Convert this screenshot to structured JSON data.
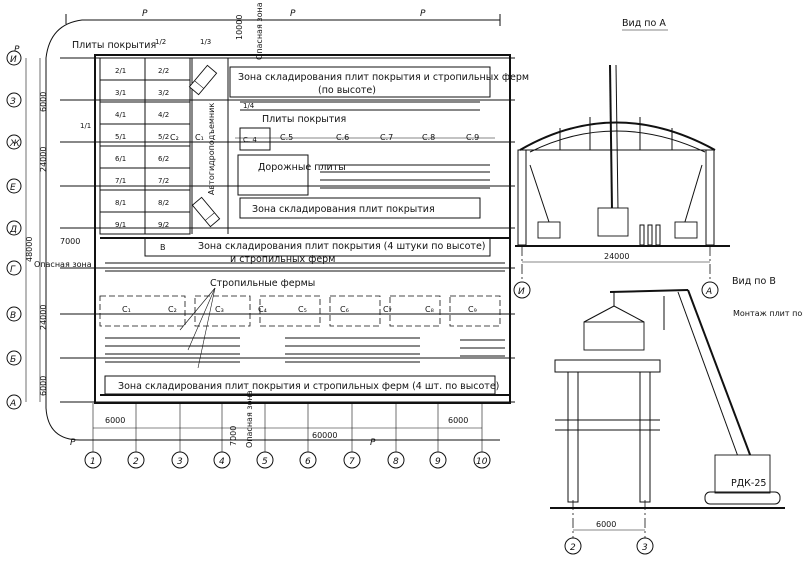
{
  "plan": {
    "zone_storage_top": "Зона складирования плит покрытия и стропильных ферм",
    "zone_storage_top_sub": "(по высоте)",
    "roof_slabs_top": "Плиты покрытия",
    "roof_slabs_mid": "Плиты покрытия",
    "zone_storage_mid": "Зона складирования плит покрытия",
    "zone_storage_lower": "Зона складирования плит покрытия (4 штуки по высоте)",
    "zone_storage_lower_sub": "и стропильных ферм",
    "truss_label": "Стропильные фермы",
    "zone_storage_bottom": "Зона складирования плит покрытия и стропильных ферм (4 шт. по высоте)",
    "road_slabs": "Дорожные плиты",
    "vehicle_lift": "Автогидроподъемник",
    "danger_zone_left": "Опасная зона",
    "danger_zone_top": "Опасная зона",
    "danger_zone_bottom": "Опасная зона",
    "fraction_a": "1/2",
    "fraction_b": "1/3",
    "fraction_c": "1/4",
    "fraction_d": "1/1",
    "cell_codes": [
      "2/1",
      "2/2",
      "3/1",
      "3/2",
      "4/1",
      "4/2",
      "5/1",
      "5/2",
      "6/1",
      "6/2",
      "7/1",
      "7/2",
      "8/1",
      "8/2",
      "9/1",
      "9/2"
    ],
    "crane_positions_top": [
      "С₁",
      "С₂",
      "С.4",
      "С.5",
      "С.6",
      "С.7",
      "С.8",
      "С.9"
    ],
    "crane_positions_bottom": [
      "С₁",
      "С₂",
      "С₃",
      "С₄",
      "С₅",
      "С₆",
      "С₇",
      "С₈",
      "С₉"
    ],
    "crane_label_small": "С. 4",
    "dims": {
      "left_top": "6000",
      "left_mid": "24000",
      "left_total": "48000",
      "left_gap": "7000",
      "left_lower": "24000",
      "left_bottom": "6000",
      "bottom_left": "6000",
      "bottom_gap": "7000",
      "bottom_total": "60000",
      "bottom_right": "6000",
      "top_gap": "10000"
    },
    "p_marks": [
      "P",
      "P",
      "P",
      "P",
      "P",
      "P"
    ],
    "row_axes": [
      "И",
      "З",
      "Ж",
      "Е",
      "Д",
      "Г",
      "В",
      "Б",
      "А"
    ],
    "col_axes": [
      "1",
      "2",
      "3",
      "4",
      "5",
      "6",
      "7",
      "8",
      "9",
      "10"
    ],
    "arrow_b": "В"
  },
  "view_a": {
    "title": "Вид по А",
    "span": "24000",
    "axes": [
      "И",
      "А"
    ]
  },
  "view_b": {
    "title": "Вид по В",
    "caption": "Монтаж плит покрытия",
    "crane": "РДК-25",
    "span": "6000",
    "axes": [
      "2",
      "3"
    ]
  }
}
